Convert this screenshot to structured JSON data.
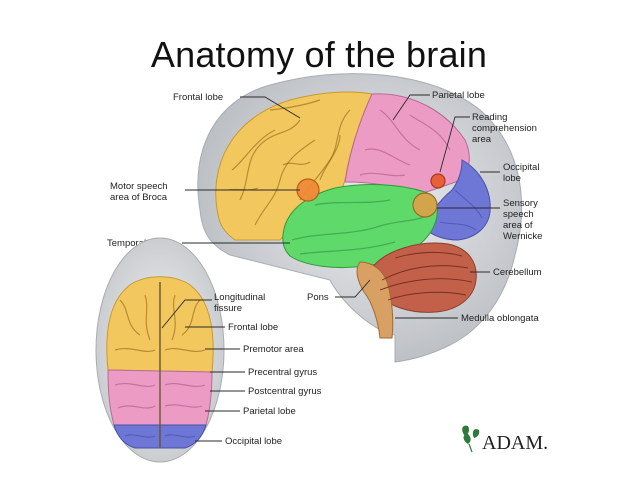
{
  "title": "Anatomy of the brain",
  "side_view_labels": {
    "frontal_lobe": "Frontal lobe",
    "parietal_lobe": "Parietal lobe",
    "reading_line1": "Reading",
    "reading_line2": "comprehension",
    "reading_line3": "area",
    "occipital_line1": "Occipital",
    "occipital_line2": "lobe",
    "motor_line1": "Motor speech",
    "motor_line2": "area of Broca",
    "sensory_line1": "Sensory",
    "sensory_line2": "speech",
    "sensory_line3": "area of",
    "sensory_line4": "Wernicke",
    "temporal_lobe": "Temporal lobe",
    "cerebellum": "Cerebellum",
    "pons": "Pons",
    "medulla": "Medulla oblongata"
  },
  "top_view_labels": {
    "longitudinal_line1": "Longitudinal",
    "longitudinal_line2": "fissure",
    "frontal_lobe": "Frontal lobe",
    "premotor_area": "Premotor area",
    "precentral_gyrus": "Precentral gyrus",
    "postcentral_gyrus": "Postcentral gyrus",
    "parietal_lobe": "Parietal lobe",
    "occipital_lobe": "Occipital lobe"
  },
  "brand": "ADAM.",
  "colors": {
    "frontal": "#f2c75e",
    "parietal": "#ec9cc4",
    "temporal": "#5fd96a",
    "occipital": "#6e76d6",
    "cerebellum": "#c2604a",
    "brainstem": "#d9a064",
    "speech_area": "#f08a3a",
    "head": "#cfd2d6"
  }
}
